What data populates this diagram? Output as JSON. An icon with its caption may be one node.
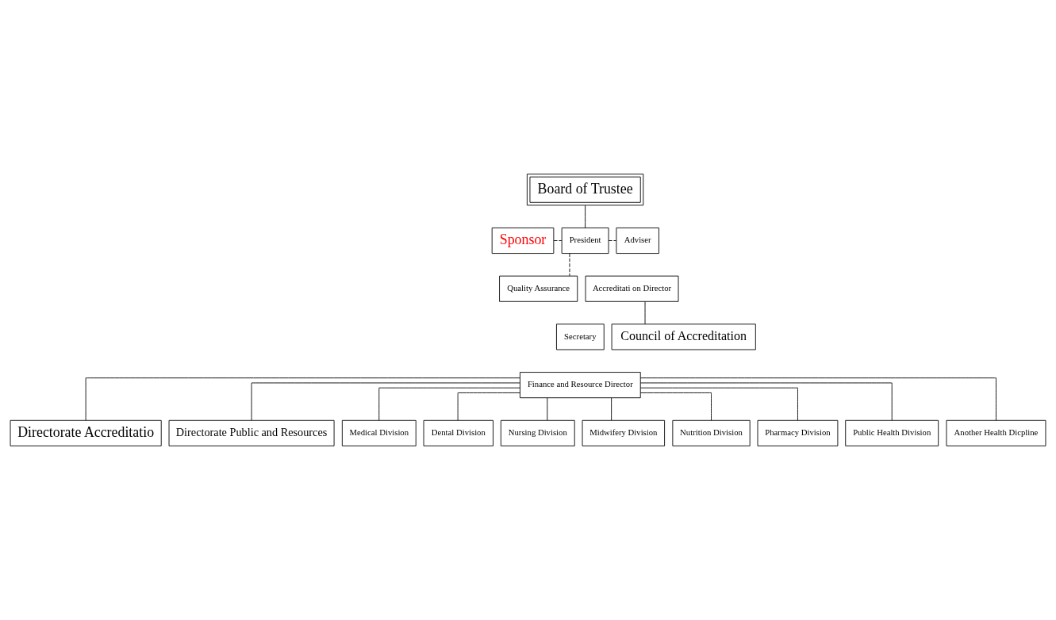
{
  "diagram": {
    "nodes": [
      {
        "text": [
          "Board of Trustee"
        ]
      },
      {
        "text": [
          "Quality Assurance"
        ]
      },
      {
        "text": [
          "Sponsor"
        ]
      },
      {
        "text": [
          "President"
        ]
      },
      {
        "text": [
          "Adviser"
        ]
      },
      {
        "text": [
          "Accreditati on Director"
        ]
      },
      {
        "text": [
          "Secretary"
        ]
      },
      {
        "text": [
          "Finance and Resource Director"
        ]
      },
      {
        "text": [
          "Council of Accreditation"
        ]
      },
      {
        "text": [
          "Directorate Accreditatio"
        ]
      },
      {
        "text": [
          "Directorate Public and Resources"
        ]
      },
      {
        "text": [
          "Medical Division"
        ]
      },
      {
        "text": [
          "Dental Division"
        ]
      },
      {
        "text": [
          "Nursing Division"
        ]
      },
      {
        "text": [
          "Midwifery Division"
        ]
      },
      {
        "text": [
          "Nutrition Division"
        ]
      },
      {
        "text": [
          "Pharmacy Division"
        ]
      },
      {
        "text": [
          "Public Health Division"
        ]
      },
      {
        "text": [
          "Another Health Dicpline"
        ]
      }
    ],
    "edges": [
      {
        "from": 0,
        "to": 3,
        "arrow": "none"
      },
      {
        "from": 3,
        "to": 1,
        "arrow": "none",
        "style": "dashed"
      },
      {
        "from": 2,
        "to": 3,
        "arrow": "none",
        "style": "dashed"
      },
      {
        "from": 3,
        "to": 4,
        "arrow": "none",
        "style": "dashed"
      },
      {
        "from": 5,
        "to": 8,
        "arrow": "none"
      },
      {
        "from": 7,
        "to": 9,
        "arrow": "none"
      },
      {
        "from": 7,
        "to": 10,
        "arrow": "none"
      },
      {
        "from": 7,
        "to": 11,
        "arrow": "none"
      },
      {
        "from": 7,
        "to": 12,
        "arrow": "none"
      },
      {
        "from": 7,
        "to": 13,
        "arrow": "none"
      },
      {
        "from": 7,
        "to": 14,
        "arrow": "none"
      },
      {
        "from": 7,
        "to": 15,
        "arrow": "none"
      },
      {
        "from": 7,
        "to": 16,
        "arrow": "none"
      },
      {
        "from": 7,
        "to": 17,
        "arrow": "none"
      },
      {
        "from": 7,
        "to": 18,
        "arrow": "none"
      }
    ]
  }
}
